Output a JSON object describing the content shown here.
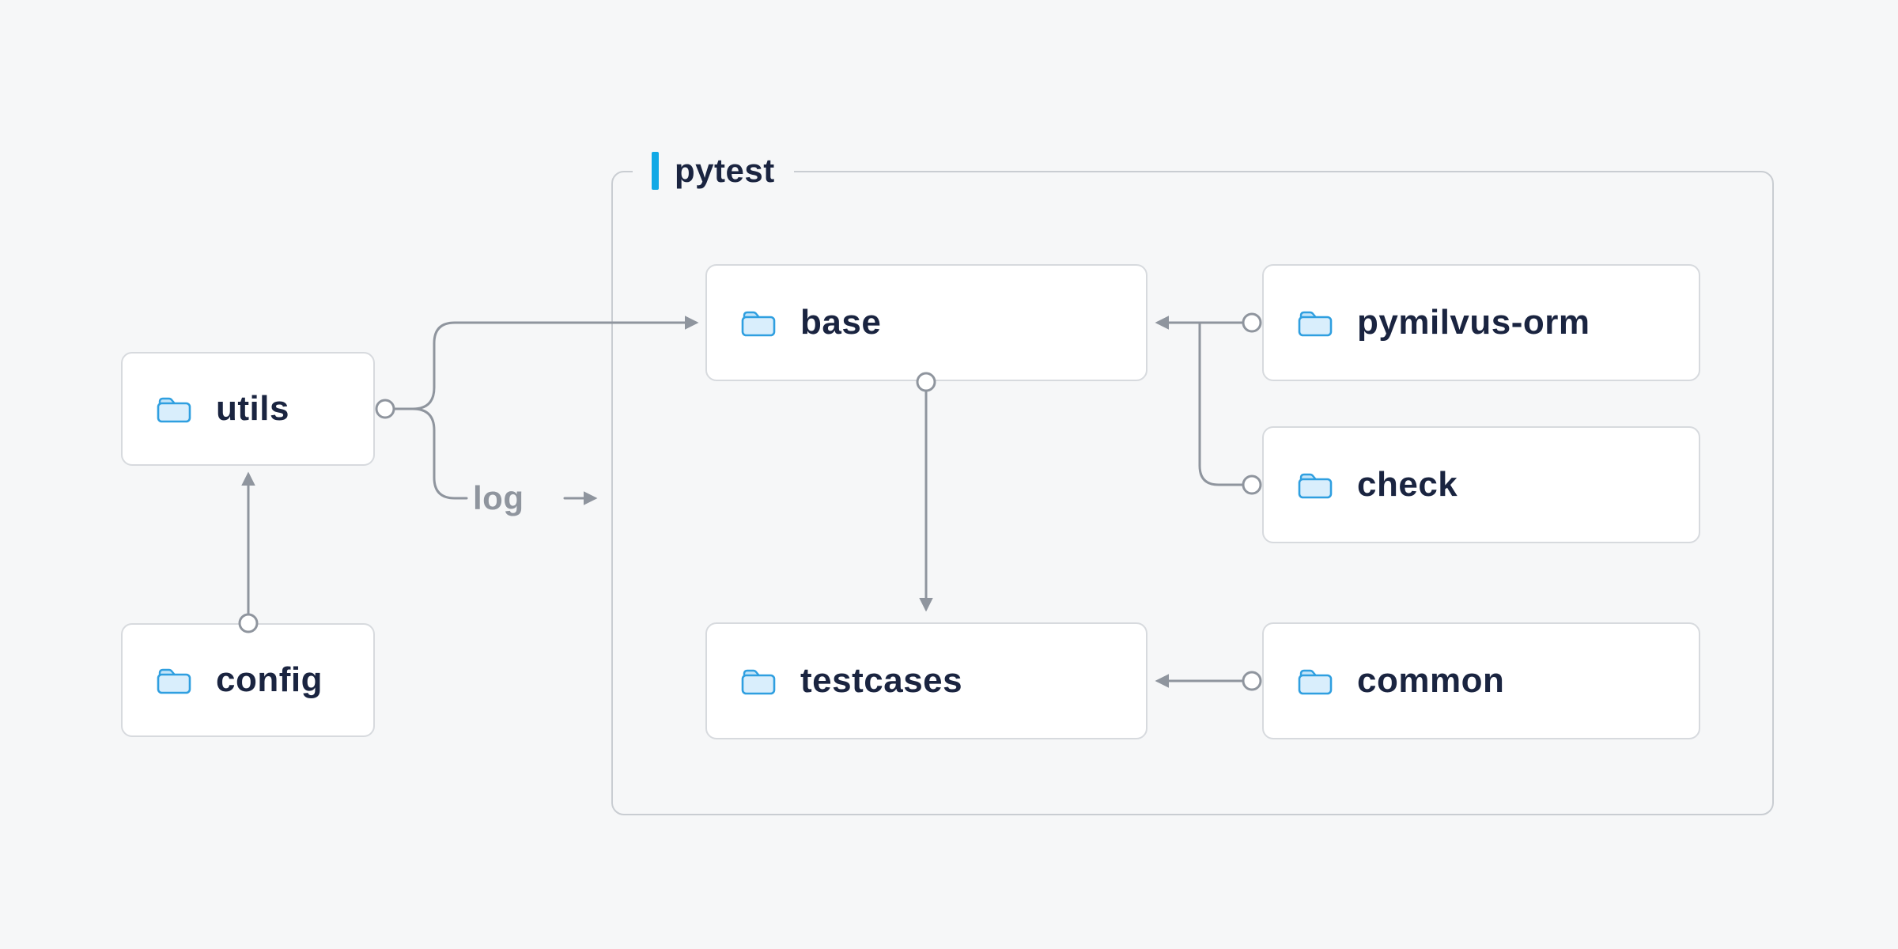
{
  "diagram": {
    "group": {
      "label": "pytest"
    },
    "nodes": {
      "utils": {
        "label": "utils"
      },
      "config": {
        "label": "config"
      },
      "base": {
        "label": "base"
      },
      "pymilvus_orm": {
        "label": "pymilvus-orm"
      },
      "check": {
        "label": "check"
      },
      "testcases": {
        "label": "testcases"
      },
      "common": {
        "label": "common"
      }
    },
    "edge_labels": {
      "log": "log"
    },
    "edges": [
      {
        "from": "config",
        "to": "utils"
      },
      {
        "from": "utils",
        "to": "base"
      },
      {
        "from": "utils",
        "to": "pytest-group",
        "label": "log"
      },
      {
        "from": "base",
        "to": "testcases"
      },
      {
        "from": "pymilvus-orm",
        "to": "base"
      },
      {
        "from": "check",
        "to": "base"
      },
      {
        "from": "common",
        "to": "testcases"
      }
    ],
    "colors": {
      "background": "#f6f7f8",
      "line_color": "#8f959e",
      "text_color": "#1a2440",
      "node_fill": "#ffffff",
      "node_border": "#d7dade",
      "group_border": "#c9cdd2",
      "accent_blue": "#10a9e6",
      "folder_fill": "#d9eefc",
      "folder_tab": "#c3e4f9",
      "folder_stroke": "#2f9fe0",
      "label_gray": "#8f959e"
    }
  }
}
